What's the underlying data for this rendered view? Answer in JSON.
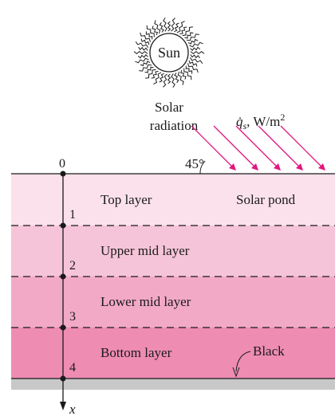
{
  "diagram": {
    "sun_label": "Sun",
    "solar_radiation_line1": "Solar",
    "solar_radiation_line2": "radiation",
    "heat_flux_symbol": "q̇",
    "heat_flux_subscript": "s",
    "heat_flux_units": ", W/m",
    "heat_flux_units_exp": "2",
    "angle_label": "45°",
    "pond_label": "Solar pond",
    "black_label": "Black",
    "axis_label": "x",
    "layers": [
      {
        "name": "Top layer",
        "color": "#fbe1ec"
      },
      {
        "name": "Upper mid layer",
        "color": "#f6c4d8"
      },
      {
        "name": "Lower mid layer",
        "color": "#f2a9c6"
      },
      {
        "name": "Bottom layer",
        "color": "#ee8cb2"
      }
    ],
    "nodes": [
      "0",
      "1",
      "2",
      "3",
      "4"
    ],
    "colors": {
      "ray": "#e0177e",
      "ground": "#c8c8c8",
      "line": "#1a1a1a"
    }
  }
}
